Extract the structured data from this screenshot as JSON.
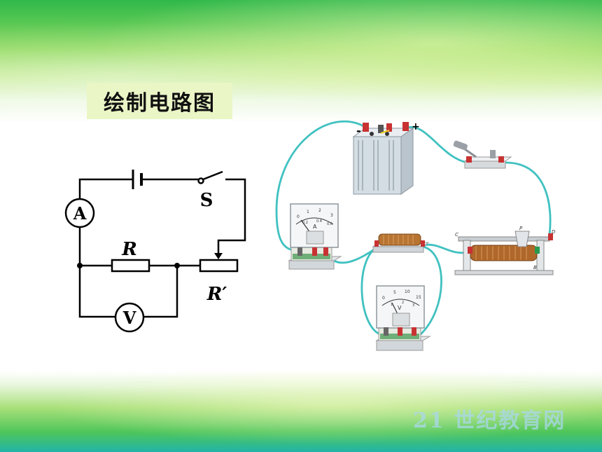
{
  "title": "绘制电路图",
  "schematic": {
    "ammeter_symbol": "A",
    "voltmeter_symbol": "V",
    "switch_label": "S",
    "resistor_label": "R",
    "rheostat_label": "R′"
  },
  "apparatus": {
    "battery_minus": "-",
    "battery_plus": "+",
    "ammeter_face_letter": "A",
    "ammeter_scale": [
      "0",
      "1",
      "2",
      "3"
    ],
    "ammeter_scale_small": [
      "0.2",
      "0.4",
      "0.6"
    ],
    "voltmeter_face_letter": "V",
    "voltmeter_scale": [
      "0",
      "5",
      "10",
      "15"
    ],
    "voltmeter_scale_small": [
      "1",
      "2",
      "3"
    ],
    "rheostat_terminals": [
      "C",
      "P",
      "D",
      "B"
    ]
  },
  "watermark": "21 世纪教育网",
  "colors": {
    "wire_schematic": "#000000",
    "wire_apparatus": "#3fc1c0",
    "title_bg": "#eaf6c6"
  }
}
